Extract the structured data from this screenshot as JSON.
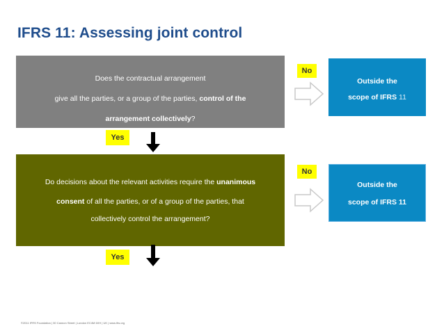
{
  "title": "IFRS 11: Assessing joint control",
  "question1": {
    "line1": "Does the contractual arrangement",
    "line2_pre": "give all the parties, or a group of the parties, ",
    "line2_bold": "control of the",
    "line3_bold": "arrangement collectively",
    "line3_post": "?"
  },
  "question2": {
    "line1_pre": "Do decisions about the relevant activities require the ",
    "line1_bold": "unanimous",
    "line2_bold": "consent",
    "line2_post": " of all the parties, or of a group of the parties, that",
    "line3": "collectively control the arrangement?"
  },
  "outcome1": {
    "line1": "Outside the",
    "line2_bold": "scope of IFRS",
    "line2_post": " 11"
  },
  "outcome2": {
    "line1": "Outside the",
    "line2": "scope of IFRS 11"
  },
  "labels": {
    "no1": "No",
    "no2": "No",
    "yes1": "Yes",
    "yes2": "Yes"
  },
  "footer": "©2011 IFRS Foundation | 30 Cannon Street | London EC4M 6XH | UK | www.ifrs.org",
  "colors": {
    "title": "#1f4d8c",
    "question1_bg": "#808080",
    "question2_bg": "#606600",
    "outcome_bg": "#0b89c4",
    "tag_bg": "#ffff00"
  }
}
